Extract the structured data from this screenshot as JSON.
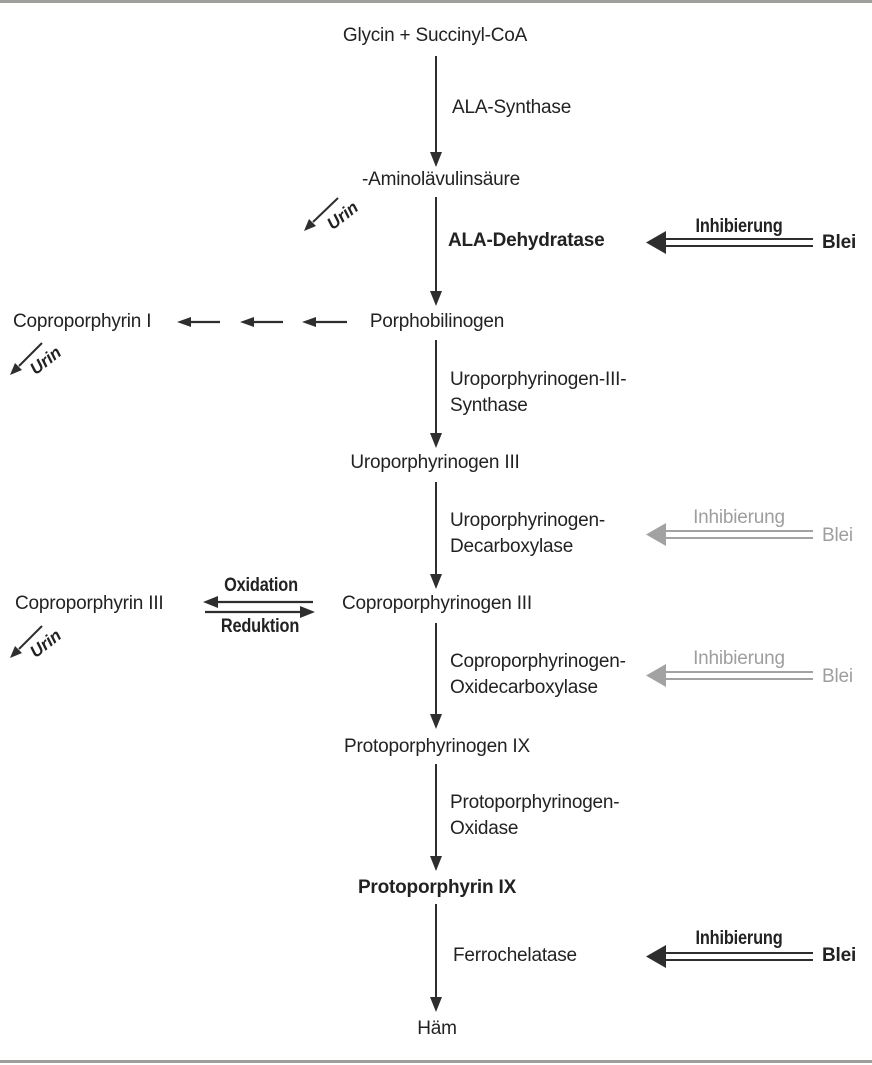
{
  "diagram": {
    "nodes": {
      "glycin_succinyl_coa": "Glycin + Succinyl-CoA",
      "aminolaevulinsaeure": "-Aminolävulinsäure",
      "porphobilinogen": "Porphobilinogen",
      "uroporphyrinogen_iii": "Uroporphyrinogen III",
      "coproporphyrinogen_iii": "Coproporphyrinogen III",
      "protoporphyrinogen_ix": "Protoporphyrinogen IX",
      "protoporphyrin_ix": "Protoporphyrin IX",
      "haem": "Häm",
      "coproporphyrin_i": "Coproporphyrin I",
      "coproporphyrin_iii": "Coproporphyrin III"
    },
    "enzymes": {
      "ala_synthase": "ALA-Synthase",
      "ala_dehydratase": "ALA-Dehydratase",
      "uroporphyrinogen_iii_synthase": "Uroporphyrinogen-III-\nSynthase",
      "uroporphyrinogen_decarboxylase": "Uroporphyrinogen-\nDecarboxylase",
      "coproporphyrinogen_oxidecarboxylase": "Coproporphyrinogen-\nOxidecarboxylase",
      "protoporphyrinogen_oxidase": "Protoporphyrinogen-\nOxidase",
      "ferrochelatase": "Ferrochelatase"
    },
    "labels": {
      "urin": "Urin",
      "oxidation": "Oxidation",
      "reduktion": "Reduktion",
      "inhibierung": "Inhibierung",
      "blei": "Blei"
    },
    "colors": {
      "text": "#222222",
      "arrow_black": "#2e2e2e",
      "inhibition_gray": "#a2a2a2",
      "frame_border": "#9f9f99",
      "background": "#ffffff"
    }
  }
}
